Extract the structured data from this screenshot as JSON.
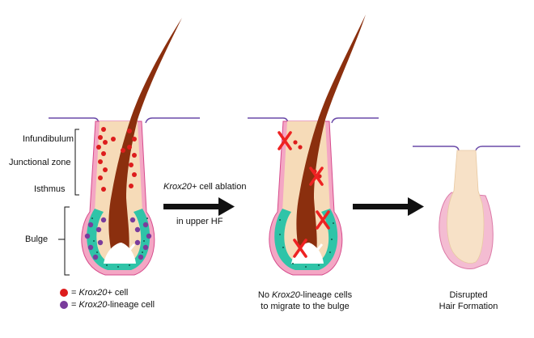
{
  "regions": {
    "infundibulum": "Infundibulum",
    "junctional_zone": "Junctional zone",
    "isthmus": "Isthmus",
    "bulge": "Bulge"
  },
  "arrow_label": {
    "line1_italic": "Krox20+",
    "line1_rest": " cell ablation",
    "line2": "in upper HF"
  },
  "legend": {
    "red": {
      "prefix": "= ",
      "italic": "Krox20+",
      "suffix": " cell",
      "color": "#dd1c1c"
    },
    "purple": {
      "prefix": "= ",
      "italic": "Krox20",
      "suffix": "-lineage cell",
      "color": "#7a3c9c"
    }
  },
  "middle_caption": {
    "line1_prefix": "No ",
    "line1_italic": "Krox20",
    "line1_suffix": "-lineage cells",
    "line2": "to migrate to the bulge"
  },
  "right_caption": {
    "line1": "Disrupted",
    "line2": "Hair Formation"
  },
  "colors": {
    "hair_shaft": "#8b2f0e",
    "sheath": "#f6dbb8",
    "outer_sheath": "#f4a6c4",
    "bulge_cells": "#2fc4a8",
    "skin_line": "#6a4aa8",
    "ablation_mark": "#ee2222"
  }
}
